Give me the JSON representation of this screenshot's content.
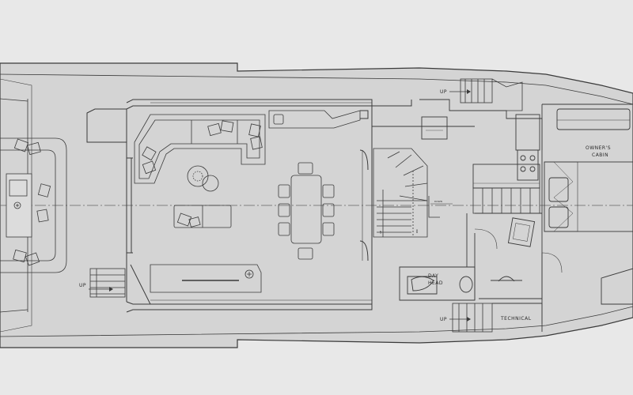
{
  "labels": {
    "up_top": "UP",
    "up_left": "UP",
    "up_bottom": "UP",
    "owners_cabin_line1": "OWNER'S",
    "owners_cabin_line2": "CABIN",
    "technical": "TECHNICAL",
    "day_head_line1": "DAY",
    "day_head_line2": "HEAD",
    "down": "DOWN",
    "stair_up": "UP",
    "stair_dn": "DN"
  },
  "colors": {
    "background": "#e8e8e8",
    "hull_fill": "#d4d4d4",
    "line": "#3a3a3a",
    "centerline": "#666666"
  }
}
